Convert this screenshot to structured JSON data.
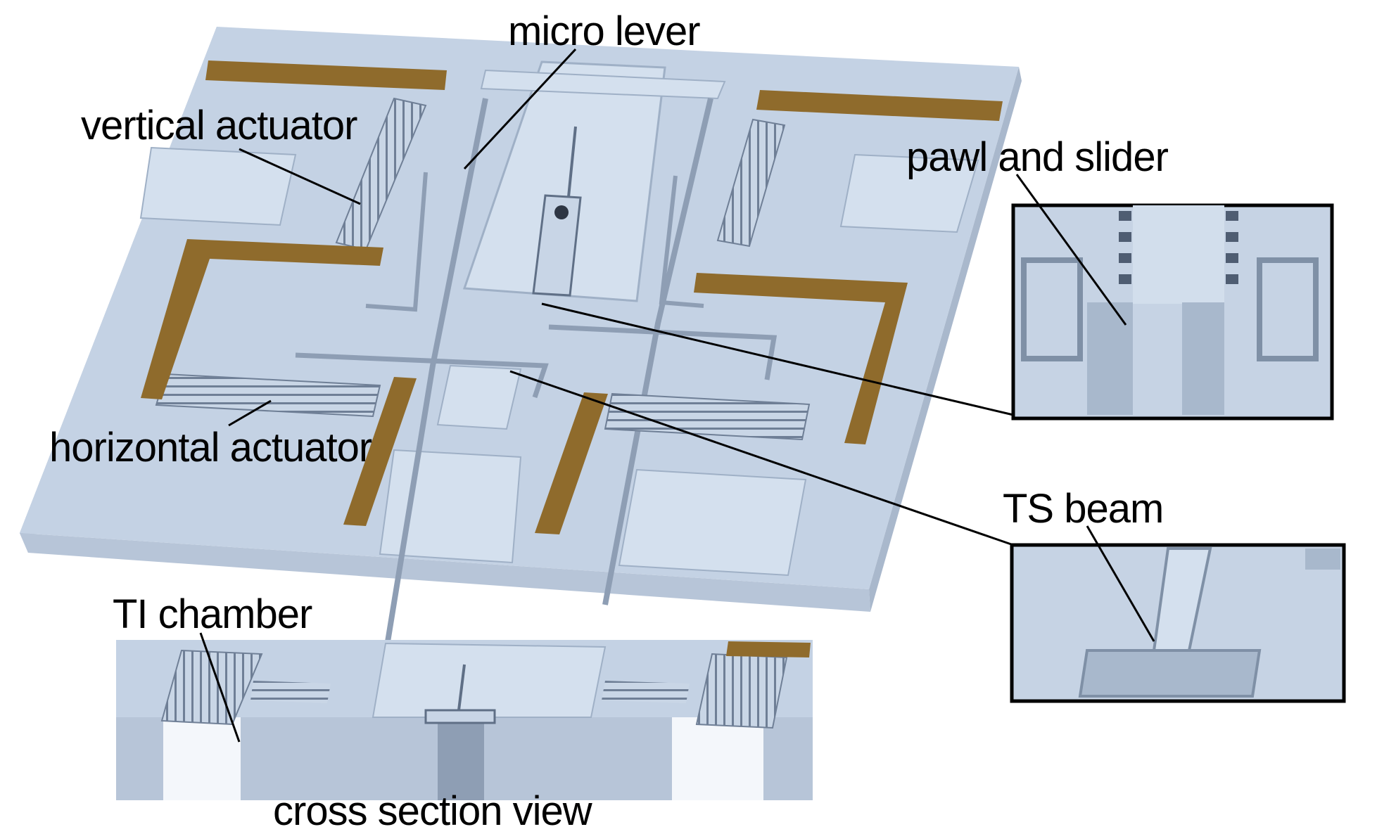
{
  "labels": {
    "micro_lever": "micro lever",
    "vertical_actuator": "vertical actuator",
    "pawl_and_slider": "pawl and slider",
    "horizontal_actuator": "horizontal actuator",
    "ts_beam": "TS beam",
    "ti_chamber": "TI chamber",
    "cross_section_view": "cross section view"
  },
  "colors": {
    "substrate_top": "#c4d2e4",
    "substrate_side": "#a9b8cc",
    "substrate_front": "#b7c5d8",
    "raised_plate": "#d4e0ee",
    "trench": "#8e9eb4",
    "gold_electrode": "#8f6b2c",
    "callout_line": "#000000"
  }
}
